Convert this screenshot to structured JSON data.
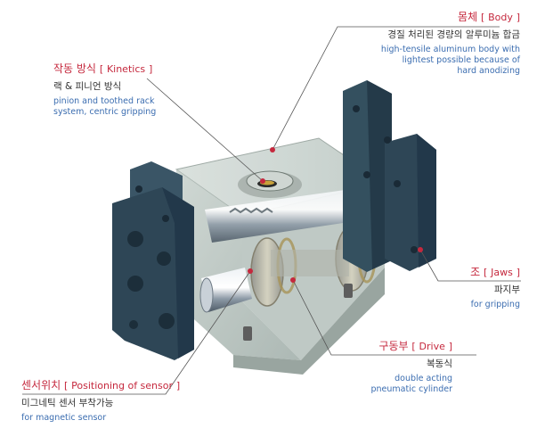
{
  "colors": {
    "accent": "#c5283d",
    "caption_blue": "#3b6db0",
    "jaw": "#2e4656",
    "body": "#b8c4be"
  },
  "callouts": {
    "body": {
      "title_ko": "몸체",
      "title_en": "Body",
      "subtitle": "경질 처리된 경량의 알루미늄 합금",
      "desc": "high-tensile aluminum body with\nlightest possible because of\nhard anodizing"
    },
    "kinetics": {
      "title_ko": "작동 방식",
      "title_en": "Kinetics",
      "subtitle": "랙 & 피니언 방식",
      "desc": "pinion and toothed rack\nsystem, centric gripping"
    },
    "jaws": {
      "title_ko": "조",
      "title_en": "Jaws",
      "subtitle": "파지부",
      "desc": "for gripping"
    },
    "drive": {
      "title_ko": "구동부",
      "title_en": "Drive",
      "subtitle": "복동식",
      "desc": "double acting\npneumatic cylinder"
    },
    "sensor": {
      "title_ko": "센서위치",
      "title_en": "Positioning of sensor",
      "subtitle": "미그네틱 센서 부착가능",
      "desc": "for magnetic sensor"
    }
  }
}
